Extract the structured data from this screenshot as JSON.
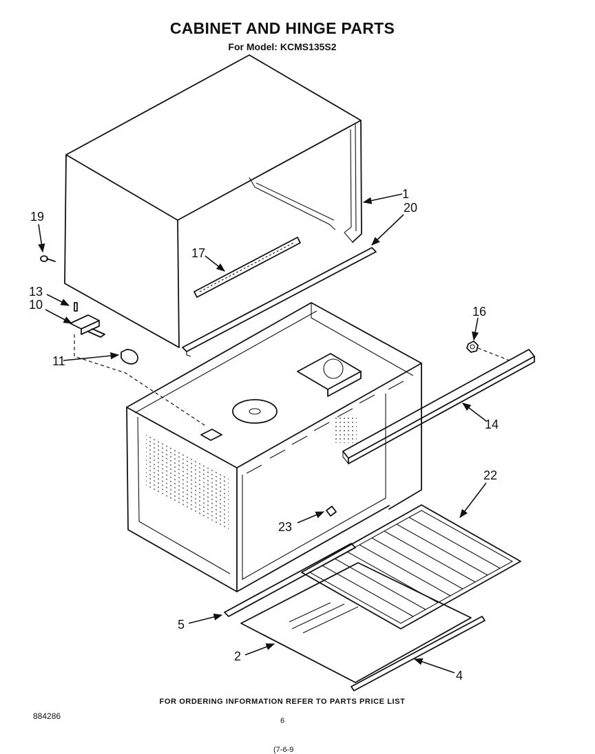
{
  "header": {
    "title": "CABINET AND HINGE PARTS",
    "subtitle": "For Model: KCMS135S2"
  },
  "callouts": [
    {
      "id": "c1",
      "label": "1"
    },
    {
      "id": "c20",
      "label": "20"
    },
    {
      "id": "c19",
      "label": "19"
    },
    {
      "id": "c17",
      "label": "17"
    },
    {
      "id": "c13",
      "label": "13"
    },
    {
      "id": "c10",
      "label": "10"
    },
    {
      "id": "c16",
      "label": "16"
    },
    {
      "id": "c11",
      "label": "11"
    },
    {
      "id": "c14",
      "label": "14"
    },
    {
      "id": "c22",
      "label": "22"
    },
    {
      "id": "c23",
      "label": "23"
    },
    {
      "id": "c5",
      "label": "5"
    },
    {
      "id": "c2",
      "label": "2"
    },
    {
      "id": "c4",
      "label": "4"
    }
  ],
  "footer": {
    "ordering_note": "FOR ORDERING INFORMATION REFER TO PARTS PRICE LIST",
    "doc_number": "884286",
    "page_number": "6",
    "code": "(7-6-9"
  }
}
